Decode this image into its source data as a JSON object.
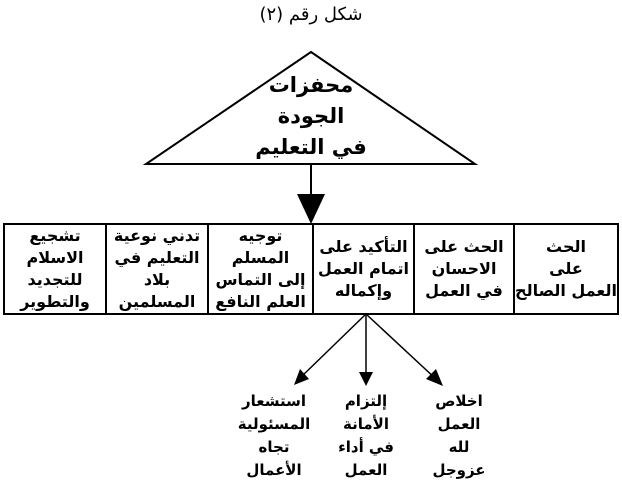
{
  "caption": "شكل رقم (٢)",
  "apex": {
    "lines": [
      "محفزات",
      "الجودة",
      "في التعليم"
    ]
  },
  "boxes": [
    {
      "lines": [
        "الحث",
        "على",
        "العمل الصالح"
      ]
    },
    {
      "lines": [
        "الحث على",
        "الاحسان",
        "في العمل"
      ]
    },
    {
      "lines": [
        "التأكيد على",
        "اتمام العمل",
        "وإكماله"
      ]
    },
    {
      "lines": [
        "توجيه المسلم",
        "إلى التماس",
        "العلم النافع"
      ]
    },
    {
      "lines": [
        "تدني نوعية",
        "التعليم في",
        "بلاد المسلمين"
      ]
    },
    {
      "lines": [
        "تشجيع الاسلام",
        "للتجديد",
        "والتطوير"
      ]
    }
  ],
  "subs": [
    {
      "lines": [
        "اخلاص",
        "العمل",
        "لله",
        "عزوجل"
      ]
    },
    {
      "lines": [
        "إلتزام",
        "الأمانة",
        "في أداء",
        "العمل"
      ]
    },
    {
      "lines": [
        "استشعار",
        "المسئولية",
        "تجاه",
        "الأعمال"
      ]
    }
  ]
}
